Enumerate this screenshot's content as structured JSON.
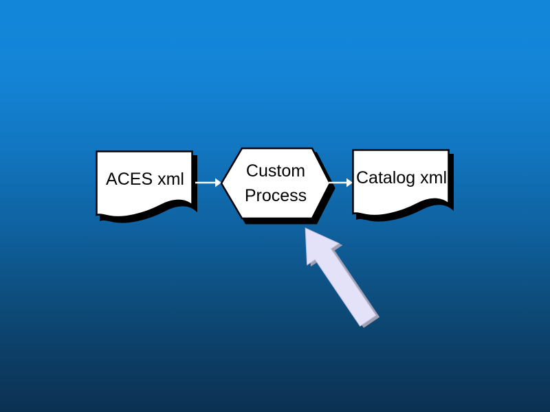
{
  "slide": {
    "background": {
      "top_color": "#1287da",
      "mid_color": "#116fb7",
      "bottom_color": "#0b3152"
    }
  },
  "diagram": {
    "nodes": [
      {
        "id": "aces-xml",
        "shape": "document",
        "label": "ACES xml"
      },
      {
        "id": "custom-process",
        "shape": "hexagon",
        "line1": "Custom",
        "line2": "Process"
      },
      {
        "id": "catalog-xml",
        "shape": "document",
        "label": "Catalog xml"
      }
    ],
    "connectors": [
      {
        "from": "aces-xml",
        "to": "custom-process",
        "color": "#ffffff"
      },
      {
        "from": "custom-process",
        "to": "catalog-xml",
        "color": "#ffffff"
      }
    ],
    "pointer_arrow": {
      "name": "emphasis-up-left-arrow",
      "direction": "up-left",
      "fill": "#e4e2f8",
      "bevel": "#9fa0b2"
    },
    "shape_style": {
      "fill": "#ffffff",
      "stroke": "#000000",
      "shadow": "#000000",
      "text_color": "#000000"
    }
  }
}
